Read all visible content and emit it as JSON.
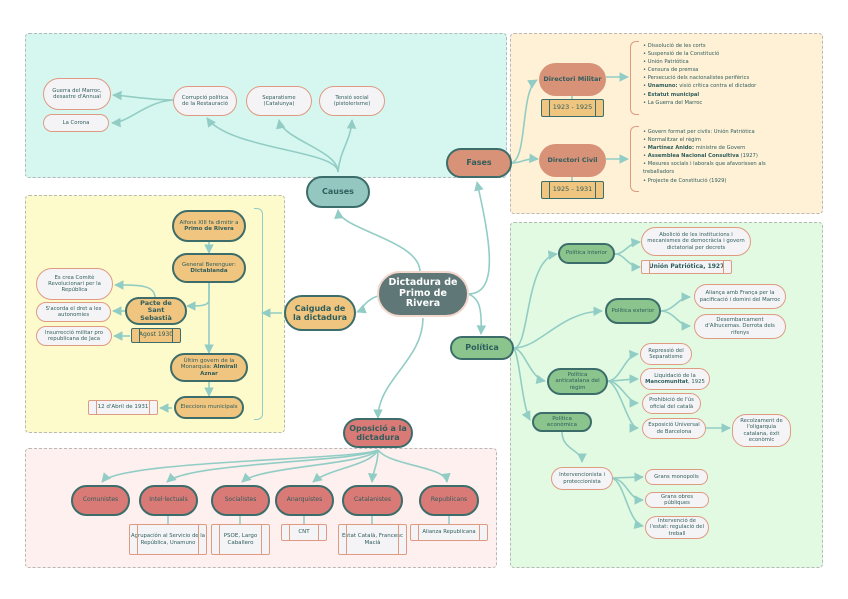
{
  "central": {
    "label": "Dictadura de Primo de Rivera"
  },
  "causes": {
    "label": "Causes",
    "items": [
      {
        "label": "Corrupció política de la Restauració"
      },
      {
        "label": "Separatisme (Catalunya)"
      },
      {
        "label": "Tensió social (pistolerisme)"
      }
    ],
    "sub_items": [
      {
        "label": "Guerra del Marroc, desastre d'Annual"
      },
      {
        "label": "La Corona"
      }
    ]
  },
  "fases": {
    "label": "Fases",
    "phases": [
      {
        "label": "Directori Militar",
        "dates": "1923 - 1925",
        "bullets": [
          {
            "bold": "",
            "text": "Dissolució de les corts"
          },
          {
            "bold": "",
            "text": "Suspensió de la Constitució"
          },
          {
            "bold": "",
            "text": "Unión Patriótica"
          },
          {
            "bold": "",
            "text": "Censura de premsa"
          },
          {
            "bold": "",
            "text": "Persecució dels nacionalistes perifèrics"
          },
          {
            "bold": "Unamuno:",
            "text": " visió crítica contra el dictador"
          },
          {
            "bold": "Estatut municipal",
            "text": ""
          },
          {
            "bold": "",
            "text": "La Guerra del Marroc"
          }
        ]
      },
      {
        "label": "Directori Civil",
        "dates": "1925 - 1931",
        "bullets": [
          {
            "bold": "",
            "text": "Govern format per civils: Unión Patriótica"
          },
          {
            "bold": "",
            "text": "Normalitzar el règim"
          },
          {
            "bold": "Martínez Anido:",
            "text": " ministre de Govern"
          },
          {
            "bold": "Assemblea Nacional Consultiva",
            "text": " (1927)"
          },
          {
            "bold": "",
            "text": "Mesures socials i laborals que afavorissen als treballadors"
          },
          {
            "bold": "",
            "text": "Projecte de Constitució (1929)"
          }
        ]
      }
    ]
  },
  "caiguda": {
    "label": "Caiguda de la dictadura",
    "steps": [
      {
        "text": "Alfons XIII fa dimitir a ",
        "bold": "Primo de Rivera"
      },
      {
        "text": "General Berenguer: ",
        "bold": "Dictablanda"
      },
      {
        "text": "",
        "bold": "Pacte de Sant Sebastià"
      },
      {
        "text": "Últim govern de la Monarquia: ",
        "bold": "Almirall Aznar"
      },
      {
        "text": "Eleccions municipals",
        "bold": ""
      }
    ],
    "pacte_date": "Agost 1930",
    "pacte_outcomes": [
      {
        "label": "Es crea Comitè Revolucionari per la República"
      },
      {
        "label": "S'acorda el dret a les autonomies"
      },
      {
        "label": "Insurrecció militar pro republicana de Jaca"
      }
    ],
    "eleccions_date": "12 d'Abril de 1931"
  },
  "politica": {
    "label": "Política",
    "interior": {
      "label": "Política interior",
      "items": [
        {
          "label": "Abolició de les institucions i mecanismes de democràcia i govern dictatorial per decrets"
        }
      ],
      "tag": "Unión Patriótica, 1927"
    },
    "exterior": {
      "label": "Política exterior",
      "items": [
        {
          "label": "Aliança amb França per la pacificació i domini del Marroc"
        },
        {
          "label": "Desembarcament d'Alhucemas. Derrota dels rifenys"
        }
      ]
    },
    "anticatalana": {
      "label": "Política anticatalana del règim",
      "items": [
        {
          "text": "Repressió del Separatisme",
          "bold": ""
        },
        {
          "text": "Liquidació de la ",
          "bold": "Mancomunitat",
          "suffix": ", 1925"
        },
        {
          "text": "Prohibició de l'ús oficial del català",
          "bold": ""
        },
        {
          "text": "Exposició Universal de Barcelona",
          "bold": ""
        }
      ],
      "exposicio_result": "Recolzament de l'oligarquia catalana, èxit econòmic"
    },
    "economica": {
      "label": "Política econòmica",
      "sub": "Intervencionista i proteccionista",
      "items": [
        {
          "label": "Grans monopolis"
        },
        {
          "label": "Grans obres públiques"
        },
        {
          "label": "Intervenció de l'estat: regulació del treball"
        }
      ]
    }
  },
  "oposicio": {
    "label": "Oposició a la dictadura",
    "groups": [
      {
        "label": "Comunistes",
        "detail": ""
      },
      {
        "label": "Intel·lectuals",
        "detail": "Agrupación al Servicio de la República, Unamuno"
      },
      {
        "label": "Socialistes",
        "detail": "PSOE, Largo Caballero"
      },
      {
        "label": "Anarquistes",
        "detail": "CNT"
      },
      {
        "label": "Catalanistes",
        "detail": "Estat Català, Francesc Macià"
      },
      {
        "label": "Republicans",
        "detail": "Alianza Republicana"
      }
    ]
  },
  "colors": {
    "central": "#5f7877",
    "causes": "#93c7bf",
    "fases": "#d89278",
    "caiguda": "#efc57f",
    "politica": "#8bc48d",
    "oposicio": "#d97a76",
    "edge": "#92cdc5",
    "leaf_border": "#df9a82"
  }
}
